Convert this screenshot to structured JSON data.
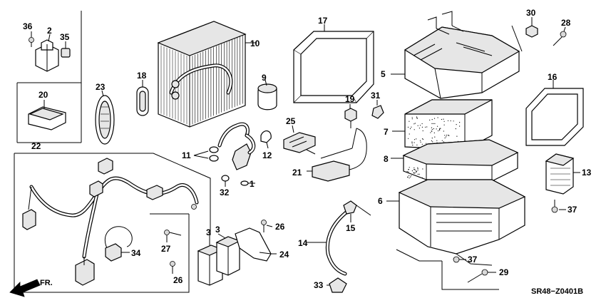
{
  "diagram": {
    "code": "SR48−Z0401B",
    "direction_label": "FR.",
    "labels": {
      "l1": "1",
      "l2": "2",
      "l3a": "3",
      "l3b": "3",
      "l5": "5",
      "l6": "6",
      "l7": "7",
      "l8": "8",
      "l9": "9",
      "l10": "10",
      "l11": "11",
      "l12": "12",
      "l13": "13",
      "l14": "14",
      "l15": "15",
      "l16": "16",
      "l17": "17",
      "l18": "18",
      "l19": "19",
      "l20": "20",
      "l21": "21",
      "l22": "22",
      "l23": "23",
      "l24": "24",
      "l25": "25",
      "l26a": "26",
      "l26b": "26",
      "l27": "27",
      "l28": "28",
      "l29": "29",
      "l30": "30",
      "l31": "31",
      "l32": "32",
      "l33": "33",
      "l34": "34",
      "l35": "35",
      "l36": "36",
      "l37a": "37",
      "l37b": "37"
    }
  }
}
